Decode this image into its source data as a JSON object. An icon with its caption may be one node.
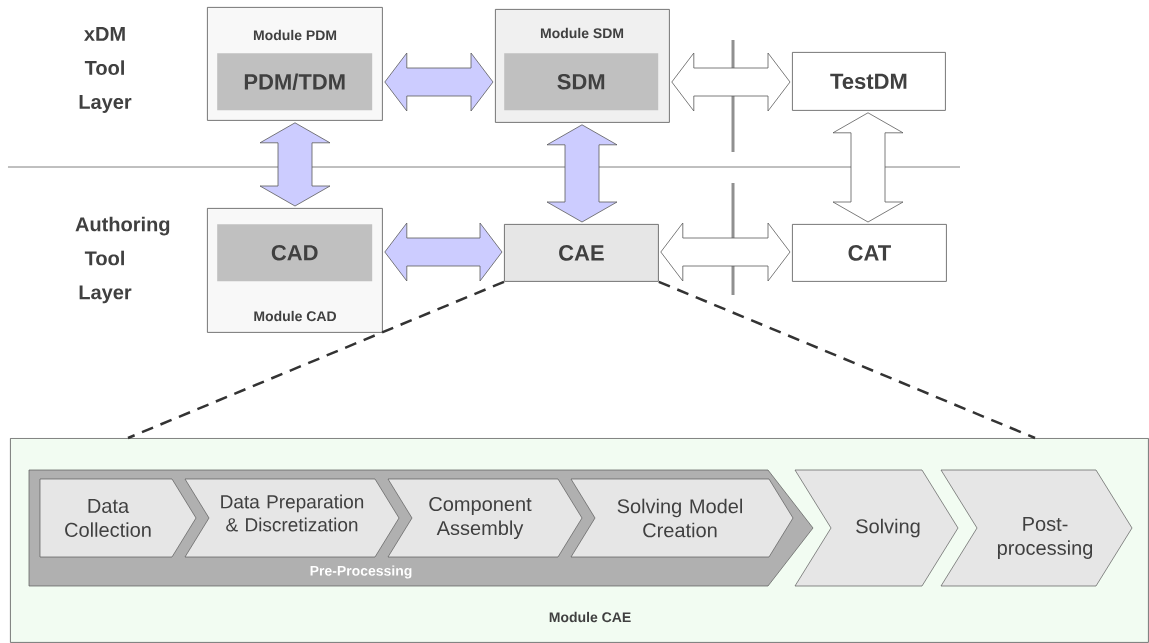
{
  "diagram": {
    "nodes": [
      {
        "text": [
          "Module PDM"
        ]
      },
      {
        "text": [
          "PDM/TDM"
        ],
        "in": 0
      },
      {
        "text": [
          "Module SDM"
        ]
      },
      {
        "text": [
          "SDM"
        ],
        "in": 2
      },
      {
        "text": [
          "TestDM"
        ]
      },
      {
        "text": [
          "Module CAD"
        ]
      },
      {
        "text": [
          "CAD"
        ],
        "in": 5
      },
      {
        "text": [
          "CAE"
        ]
      },
      {
        "text": [
          "CAT"
        ]
      },
      {
        "text": [
          "Module CAE"
        ]
      },
      {
        "text": [
          "Pre-Processing"
        ],
        "in": 9
      },
      {
        "text": [
          "Data Collection"
        ],
        "in": 10
      },
      {
        "text": [
          "Data Preparation & Discretization"
        ],
        "in": 10
      },
      {
        "text": [
          "Component Assembly"
        ],
        "in": 10
      },
      {
        "text": [
          "Solving Model Creation"
        ],
        "in": 10
      },
      {
        "text": [
          "Solving"
        ],
        "in": 9
      },
      {
        "text": [
          "Post-processing"
        ],
        "in": 9
      }
    ],
    "edges": [
      {
        "from": 0,
        "to": 2,
        "arrow": "both"
      },
      {
        "from": 2,
        "to": 4,
        "arrow": "both",
        "color": "#ffffff"
      },
      {
        "from": 0,
        "to": 5,
        "arrow": "both"
      },
      {
        "from": 2,
        "to": 7,
        "arrow": "both"
      },
      {
        "from": 4,
        "to": 8,
        "arrow": "both",
        "color": "#ffffff"
      },
      {
        "from": 5,
        "to": 7,
        "arrow": "both"
      },
      {
        "from": 7,
        "to": 8,
        "arrow": "both",
        "color": "#ffffff"
      },
      {
        "from": 7,
        "to": 9,
        "arrow": "none",
        "style": "dashed"
      },
      {
        "from": 7,
        "to": 9,
        "arrow": "none",
        "style": "dashed"
      }
    ],
    "labels": [
      "xDM Tool Layer",
      "Authoring Tool Layer"
    ]
  }
}
